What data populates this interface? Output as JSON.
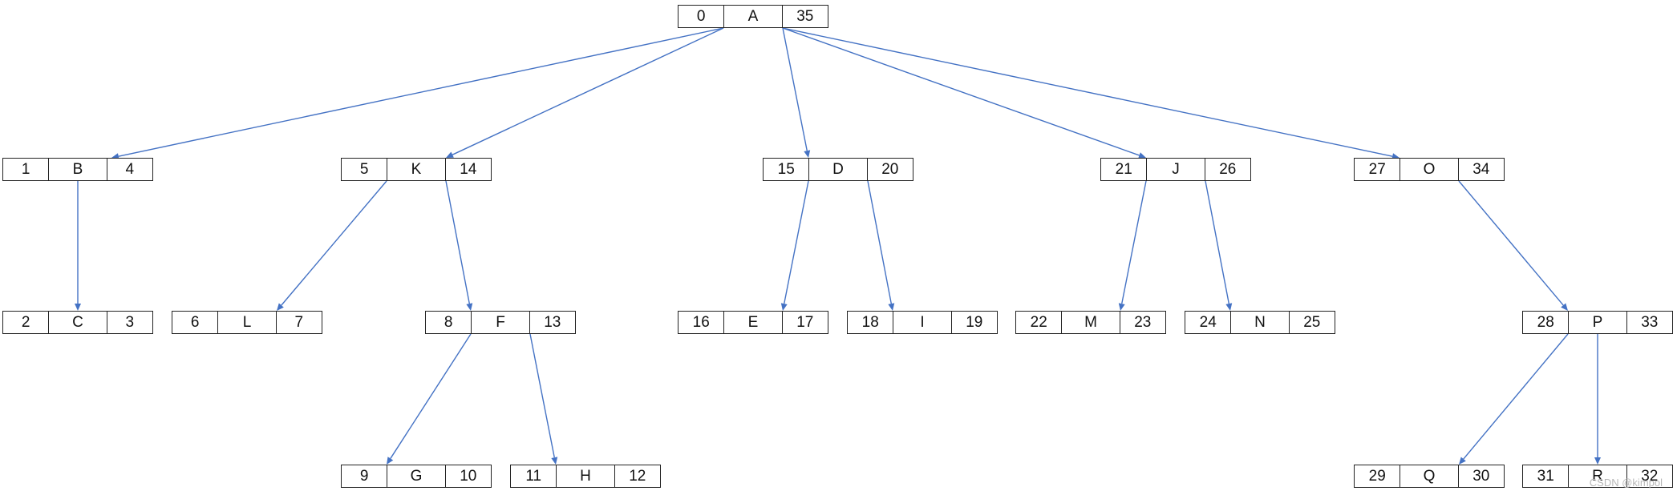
{
  "diagram": {
    "nodes": [
      {
        "id": "A",
        "pre": "0",
        "label": "A",
        "post": "35"
      },
      {
        "id": "B",
        "pre": "1",
        "label": "B",
        "post": "4"
      },
      {
        "id": "C",
        "pre": "2",
        "label": "C",
        "post": "3"
      },
      {
        "id": "K",
        "pre": "5",
        "label": "K",
        "post": "14"
      },
      {
        "id": "L",
        "pre": "6",
        "label": "L",
        "post": "7"
      },
      {
        "id": "F",
        "pre": "8",
        "label": "F",
        "post": "13"
      },
      {
        "id": "G",
        "pre": "9",
        "label": "G",
        "post": "10"
      },
      {
        "id": "H",
        "pre": "11",
        "label": "H",
        "post": "12"
      },
      {
        "id": "D",
        "pre": "15",
        "label": "D",
        "post": "20"
      },
      {
        "id": "E",
        "pre": "16",
        "label": "E",
        "post": "17"
      },
      {
        "id": "I",
        "pre": "18",
        "label": "I",
        "post": "19"
      },
      {
        "id": "J",
        "pre": "21",
        "label": "J",
        "post": "26"
      },
      {
        "id": "M",
        "pre": "22",
        "label": "M",
        "post": "23"
      },
      {
        "id": "N",
        "pre": "24",
        "label": "N",
        "post": "25"
      },
      {
        "id": "O",
        "pre": "27",
        "label": "O",
        "post": "34"
      },
      {
        "id": "P",
        "pre": "28",
        "label": "P",
        "post": "33"
      },
      {
        "id": "Q",
        "pre": "29",
        "label": "Q",
        "post": "30"
      },
      {
        "id": "R",
        "pre": "31",
        "label": "R",
        "post": "32"
      }
    ],
    "edges": [
      [
        "A",
        "B"
      ],
      [
        "A",
        "K"
      ],
      [
        "A",
        "D"
      ],
      [
        "A",
        "J"
      ],
      [
        "A",
        "O"
      ],
      [
        "B",
        "C"
      ],
      [
        "K",
        "L"
      ],
      [
        "K",
        "F"
      ],
      [
        "F",
        "G"
      ],
      [
        "F",
        "H"
      ],
      [
        "D",
        "E"
      ],
      [
        "D",
        "I"
      ],
      [
        "J",
        "M"
      ],
      [
        "J",
        "N"
      ],
      [
        "O",
        "P"
      ],
      [
        "P",
        "Q"
      ],
      [
        "P",
        "R"
      ]
    ],
    "edge_color": "#4472C4",
    "border_color": "#222222"
  },
  "watermark": "CSDN @kimpol"
}
